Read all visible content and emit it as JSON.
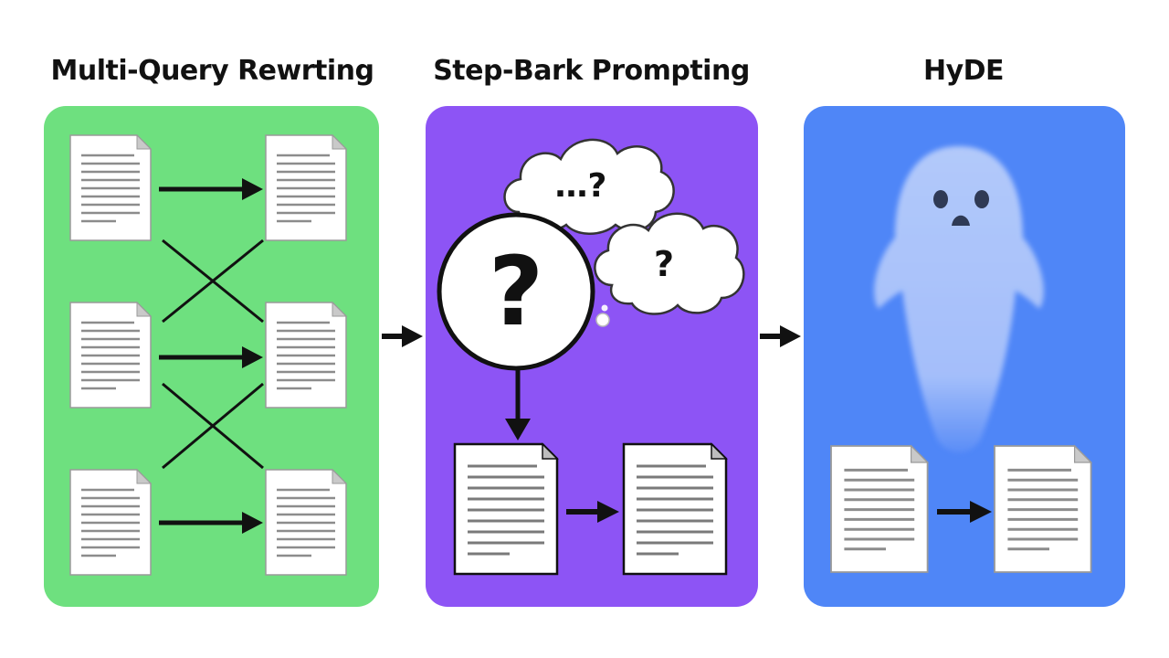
{
  "panels": [
    {
      "title": "Multi-Query Rewrting",
      "color": "#6ee07f"
    },
    {
      "title": "Step-Bark Prompting",
      "color": "#8d54f5"
    },
    {
      "title": "HyDE",
      "color": "#4f86f7"
    }
  ],
  "step_back": {
    "main_question": "?",
    "thought_1": "…?",
    "thought_2": "?"
  }
}
